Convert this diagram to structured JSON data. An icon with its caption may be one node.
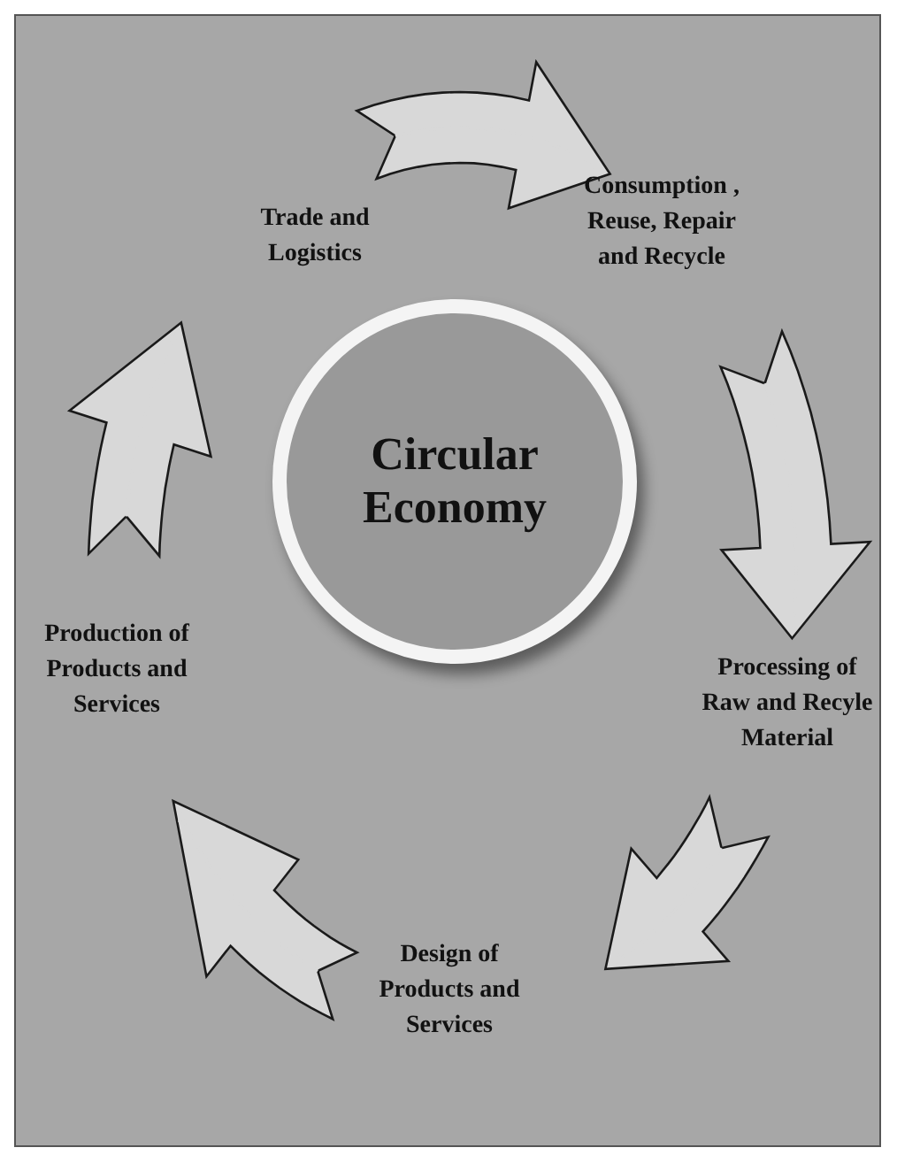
{
  "diagram": {
    "nodes": [
      {
        "text": [
          "Trade and Logistics"
        ]
      },
      {
        "text": [
          "Consumption , Reuse, Repair and Recycle"
        ]
      },
      {
        "text": [
          "Circular Economy"
        ]
      },
      {
        "text": [
          "Production of Products and Services"
        ]
      },
      {
        "text": [
          "Processing of Raw and Recyle Material"
        ]
      },
      {
        "text": [
          "Design of Products and Services"
        ]
      }
    ],
    "edges": [
      {
        "from": 0,
        "to": 1,
        "arrow": "to"
      },
      {
        "from": 1,
        "to": 4,
        "arrow": "to"
      },
      {
        "from": 4,
        "to": 5,
        "arrow": "to"
      },
      {
        "from": 5,
        "to": 3,
        "arrow": "to"
      },
      {
        "from": 3,
        "to": 0,
        "arrow": "to"
      }
    ]
  }
}
